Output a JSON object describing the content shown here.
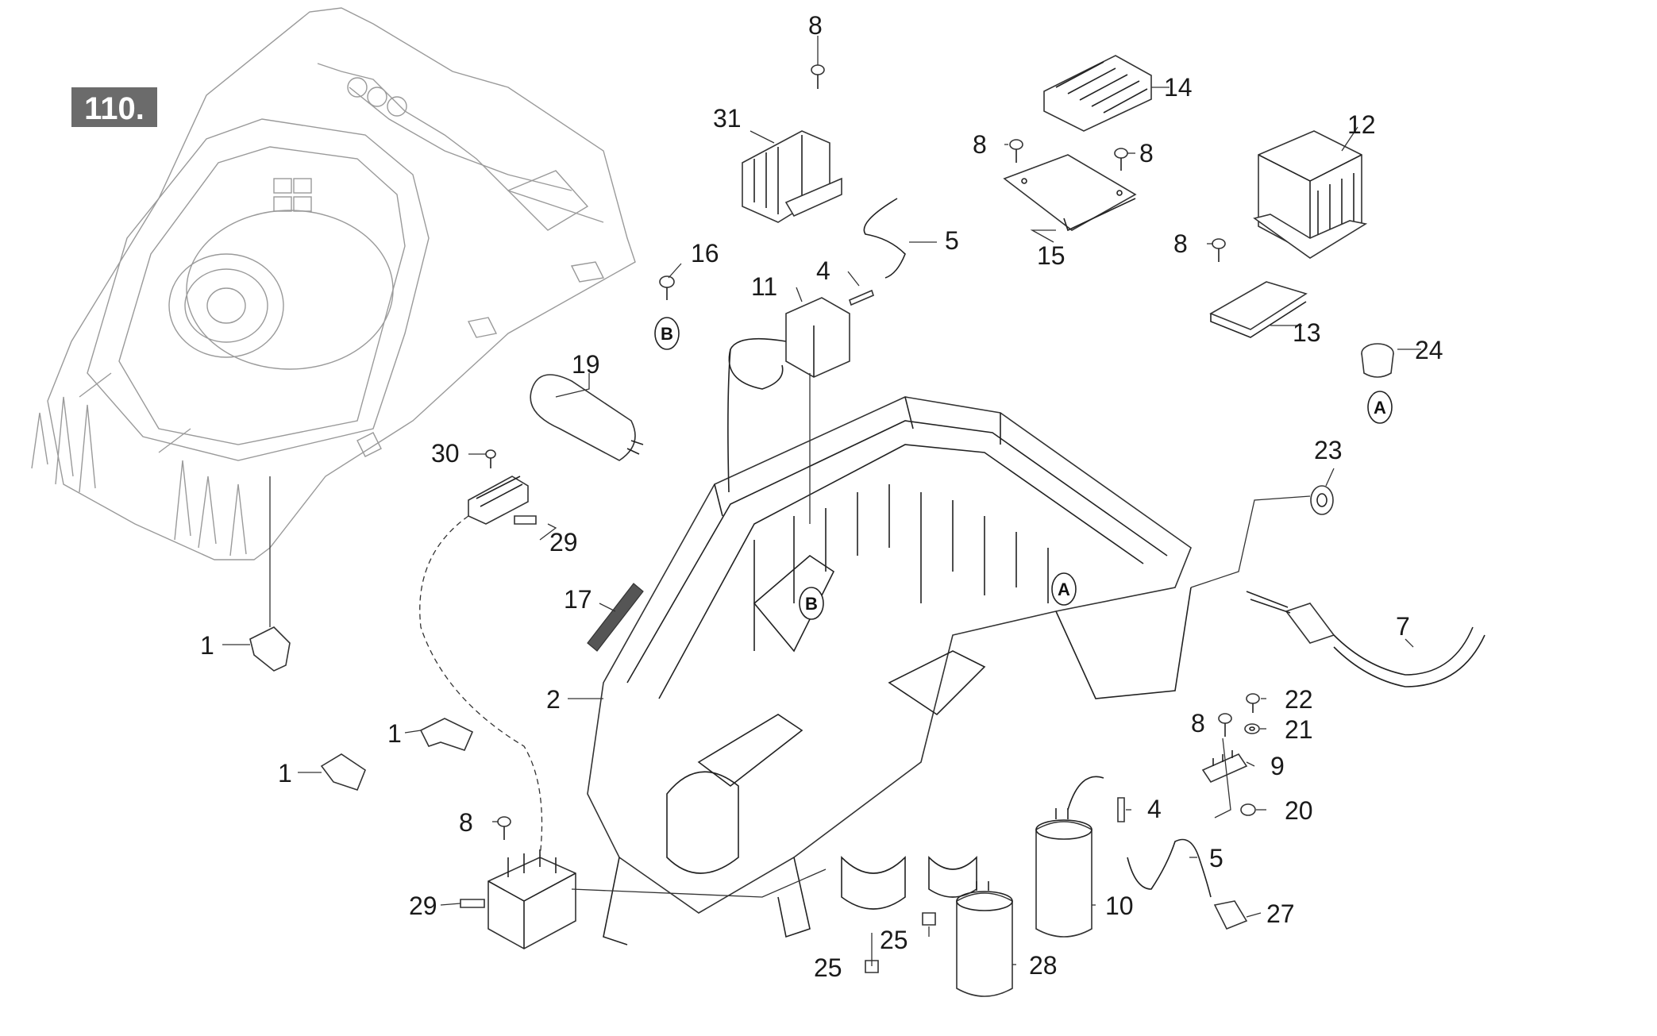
{
  "page_badge": "110.",
  "callouts": {
    "c1a": "1",
    "c1b": "1",
    "c1c": "1",
    "c2": "2",
    "c4a": "4",
    "c4b": "4",
    "c5a": "5",
    "c5b": "5",
    "c7": "7",
    "c8a": "8",
    "c8b": "8",
    "c8c": "8",
    "c8d": "8",
    "c8e": "8",
    "c8f": "8",
    "c9": "9",
    "c10": "10",
    "c11": "11",
    "c12": "12",
    "c13": "13",
    "c14": "14",
    "c15": "15",
    "c16": "16",
    "c17": "17",
    "c19": "19",
    "c20": "20",
    "c21": "21",
    "c22": "22",
    "c23": "23",
    "c24": "24",
    "c25a": "25",
    "c25b": "25",
    "c27": "27",
    "c28": "28",
    "c29a": "29",
    "c29b": "29",
    "c30": "30",
    "c31": "31"
  },
  "markers": {
    "a_top": "A",
    "a_box": "A",
    "b_top": "B",
    "b_box": "B"
  }
}
